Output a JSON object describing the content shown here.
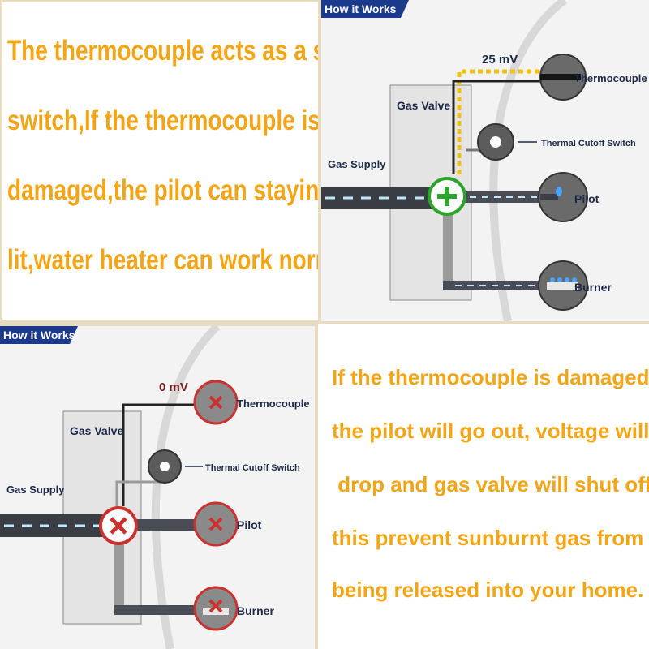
{
  "top_text": {
    "lines": [
      "The thermocouple acts as a safety",
      "switch,If the thermocouple isn't",
      "damaged,the pilot can staying",
      "lit,water heater can work normally."
    ]
  },
  "bottom_text": {
    "lines": [
      "If the thermocouple is damaged",
      "the pilot will go out, voltage  will",
      " drop and gas valve will shut off.",
      "this prevent sunburnt gas from",
      "being released into your home."
    ]
  },
  "diagram_working": {
    "banner": "How it Works",
    "voltage": "25 mV",
    "gas_valve": "Gas Valve",
    "gas_supply": "Gas Supply",
    "thermocouple": "Thermocouple",
    "cutoff_switch": "Thermal Cutoff Switch",
    "pilot": "Pilot",
    "burner": "Burner"
  },
  "diagram_damaged": {
    "banner": "How it Works",
    "voltage": "0 mV",
    "gas_valve": "Gas Valve",
    "gas_supply": "Gas Supply",
    "thermocouple": "Thermocouple",
    "cutoff_switch": "Thermal Cutoff Switch",
    "pilot": "Pilot",
    "burner": "Burner"
  },
  "colors": {
    "caption_text": "#f2a516",
    "banner_bg": "#1b3a8c",
    "valve_open": "#2aa52a",
    "valve_closed": "#c8332f",
    "voltage_text": "#7a1c1c"
  }
}
